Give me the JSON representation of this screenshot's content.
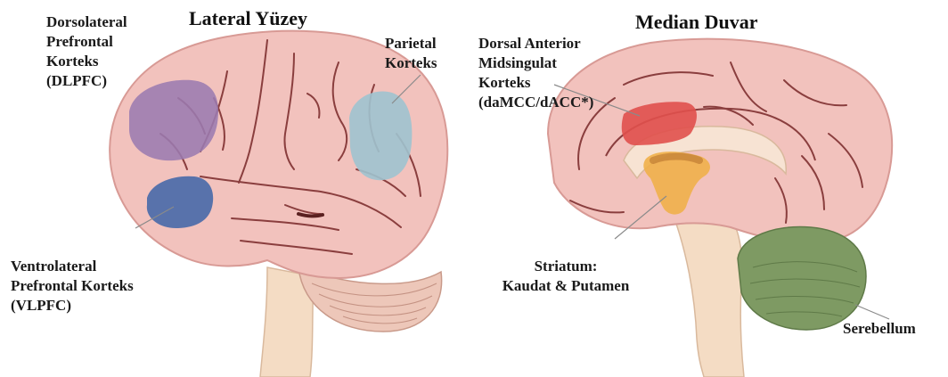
{
  "titles": {
    "lateral": "Lateral Yüzey",
    "medial": "Median Duvar"
  },
  "labels": {
    "dlpfc": [
      "Dorsolateral",
      "Prefrontal",
      "Korteks",
      "(DLPFC)"
    ],
    "vlpfc": [
      "Ventrolateral",
      "Prefrontal Korteks",
      "(VLPFC)"
    ],
    "parietal": [
      "Parietal",
      "Korteks"
    ],
    "damcc": [
      "Dorsal Anterior",
      "Midsingulat",
      "Korteks",
      "(daMCC/dACC*)"
    ],
    "striatum": [
      "Striatum:",
      "Kaudat & Putamen"
    ],
    "cerebellum": [
      "Serebellum"
    ]
  },
  "colors": {
    "brain": "#f2c2bd",
    "brain_outline": "#d89a95",
    "sulcus": "#8a3e3e",
    "dlpfc": "#9b7bb0",
    "vlpfc": "#4f6eaa",
    "parietal": "#9fc3cf",
    "damcc": "#e0504c",
    "striatum": "#efb04a",
    "cerebellum": "#7e9a63",
    "brainstem": "#f4dcc4"
  }
}
